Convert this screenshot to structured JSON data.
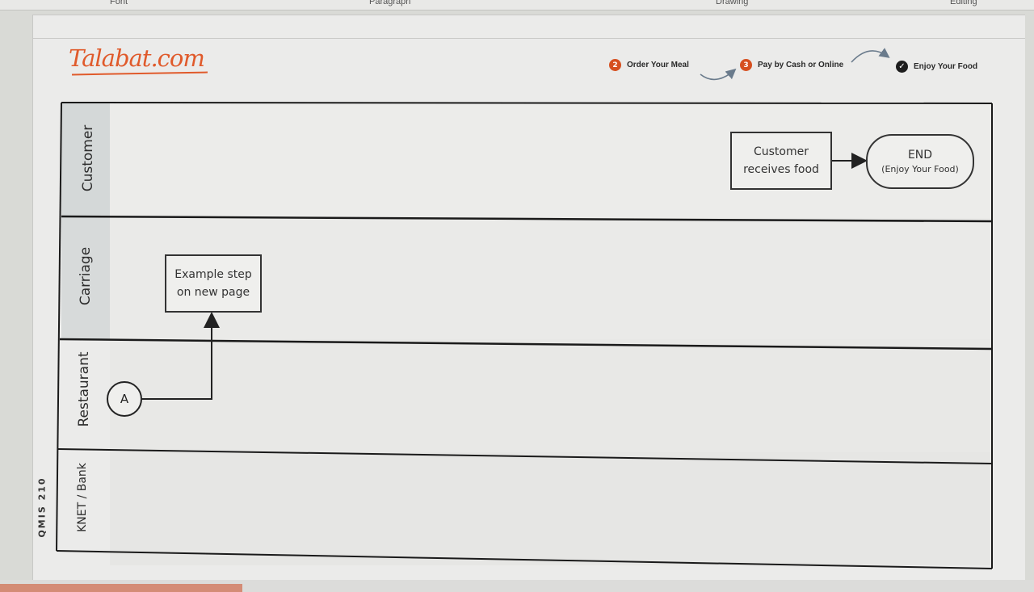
{
  "ribbon": {
    "groups": [
      "Font",
      "Paragraph",
      "Drawing",
      "Editing"
    ]
  },
  "logo": {
    "text": "Talabat.com"
  },
  "steps": [
    {
      "number": "2",
      "label": "Order Your Meal",
      "color": "#d64f1f"
    },
    {
      "number": "3",
      "label": "Pay by Cash or Online",
      "color": "#d64f1f"
    },
    {
      "icon": "check-icon",
      "label": "Enjoy Your Food",
      "color": "#1d1d1d"
    }
  ],
  "lanes": [
    {
      "label": "Customer"
    },
    {
      "label": "Carriage"
    },
    {
      "label": "Restaurant"
    },
    {
      "label": "KNET / Bank"
    }
  ],
  "nodes": {
    "customer_receives": {
      "line1": "Customer",
      "line2": "receives food"
    },
    "end": {
      "line1": "END",
      "line2": "(Enjoy Your Food)"
    },
    "example_step": {
      "line1": "Example step",
      "line2": "on new page"
    },
    "connector_a": {
      "label": "A"
    }
  },
  "margin_code": "QMIS 210",
  "colors": {
    "brand": "#e05a2b",
    "step_badge": "#d64f1f"
  }
}
